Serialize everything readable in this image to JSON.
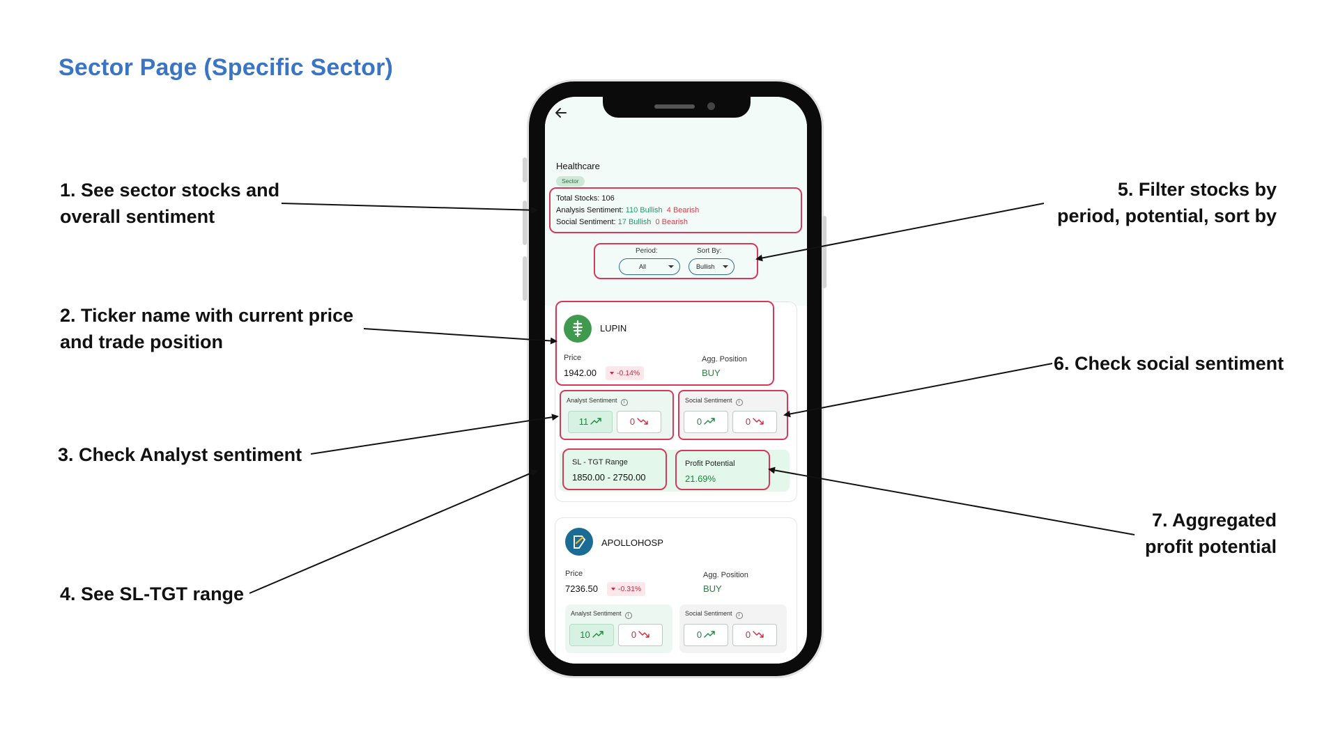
{
  "page_title": "Sector Page (Specific Sector)",
  "annotations": {
    "a1": [
      "1. See sector stocks and",
      "overall sentiment"
    ],
    "a2": [
      "2. Ticker name with current price",
      "and trade position"
    ],
    "a3": [
      "3. Check Analyst sentiment"
    ],
    "a4": [
      "4. See SL-TGT range"
    ],
    "a5": [
      "5. Filter stocks by",
      "period, potential, sort by"
    ],
    "a6": [
      "6. Check social sentiment"
    ],
    "a7": [
      "7. Aggregated",
      "profit potential"
    ]
  },
  "sector": {
    "name": "Healthcare",
    "badge": "Sector",
    "total_label": "Total Stocks:",
    "total_value": "106",
    "analysis_label": "Analysis Sentiment:",
    "analysis_bullish": "110 Bullish",
    "analysis_bearish": "4 Bearish",
    "social_label": "Social Sentiment:",
    "social_bullish": "17 Bullish",
    "social_bearish": "0 Bearish"
  },
  "filters": {
    "period_label": "Period:",
    "period_value": "All",
    "sort_label": "Sort By:",
    "sort_value": "Bullish"
  },
  "stocks": [
    {
      "ticker": "LUPIN",
      "price_label": "Price",
      "price": "1942.00",
      "change": "-0.14%",
      "position_label": "Agg. Position",
      "position": "BUY",
      "analyst_label": "Analyst Sentiment",
      "analyst_up": "11",
      "analyst_down": "0",
      "social_label": "Social Sentiment",
      "social_up": "0",
      "social_down": "0",
      "range_label": "SL - TGT Range",
      "range_value": "1850.00 - 2750.00",
      "profit_label": "Profit Potential",
      "profit_value": "21.69%"
    },
    {
      "ticker": "APOLLOHOSP",
      "price_label": "Price",
      "price": "7236.50",
      "change": "-0.31%",
      "position_label": "Agg. Position",
      "position": "BUY",
      "analyst_label": "Analyst Sentiment",
      "analyst_up": "10",
      "analyst_down": "0",
      "social_label": "Social Sentiment",
      "social_up": "0",
      "social_down": "0"
    }
  ],
  "icons": {
    "back": "arrow-left-icon",
    "trend_up": "trending-up-icon",
    "trend_down": "trending-down-icon",
    "info": "info-icon",
    "caret": "caret-down-icon"
  },
  "colors": {
    "title_blue": "#3a74c4",
    "highlight_red": "#d4385a",
    "bullish_green": "#1f9a6a",
    "bearish_red": "#e23a4a",
    "buy_green": "#1a8a3a"
  }
}
